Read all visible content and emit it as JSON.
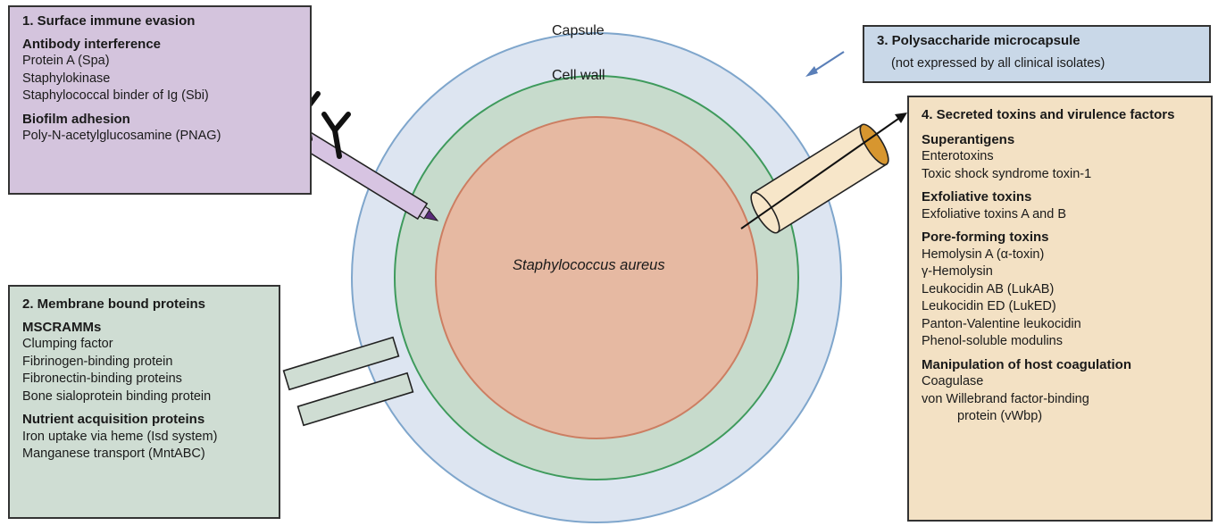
{
  "diagram": {
    "layers": {
      "capsule": "Capsule",
      "cell_wall": "Cell wall",
      "organism": "Staphylococcus aureus"
    },
    "box1": {
      "title": "1. Surface immune evasion",
      "groups": [
        {
          "heading": "Antibody interference",
          "items": [
            "Protein A (Spa)",
            "Staphylokinase",
            "Staphylococcal binder of Ig (Sbi)"
          ]
        },
        {
          "heading": "Biofilm adhesion",
          "items": [
            "Poly-N-acetylglucosamine (PNAG)"
          ]
        }
      ]
    },
    "box2": {
      "title": "2. Membrane bound proteins",
      "groups": [
        {
          "heading": "MSCRAMMs",
          "items": [
            "Clumping factor",
            "Fibrinogen-binding protein",
            "Fibronectin-binding proteins",
            "Bone sialoprotein binding protein"
          ]
        },
        {
          "heading": "Nutrient acquisition proteins",
          "items": [
            "Iron uptake via heme (Isd system)",
            "Manganese transport (MntABC)"
          ]
        }
      ]
    },
    "box3": {
      "title": "3. Polysaccharide microcapsule",
      "subtitle": "(not expressed by all clinical isolates)"
    },
    "box4": {
      "title": "4. Secreted toxins and virulence factors",
      "groups": [
        {
          "heading": "Superantigens",
          "items": [
            "Enterotoxins",
            "Toxic shock syndrome toxin-1"
          ]
        },
        {
          "heading": "Exfoliative toxins",
          "items": [
            "Exfoliative toxins A and B"
          ]
        },
        {
          "heading": "Pore-forming toxins",
          "items": [
            "Hemolysin A (α-toxin)",
            "γ-Hemolysin",
            "Leukocidin AB (LukAB)",
            "Leukocidin ED (LukED)",
            "Panton-Valentine leukocidin",
            "Phenol-soluble modulins"
          ]
        },
        {
          "heading": "Manipulation of host coagulation",
          "items": [
            "Coagulase",
            "von Willebrand factor-binding",
            "protein (vWbp)"
          ]
        }
      ]
    },
    "colors": {
      "capsule": "#dde5f1",
      "capsule_border": "#7fa6cc",
      "cell_wall": "#c7dbcc",
      "cell_wall_border": "#3e9a5c",
      "cytoplasm": "#e6b9a2",
      "cytoplasm_border": "#cc7e62",
      "box1": "#d4c4dd",
      "box2": "#cfddd3",
      "box3": "#c9d8e8",
      "box4": "#f3e1c4"
    }
  }
}
